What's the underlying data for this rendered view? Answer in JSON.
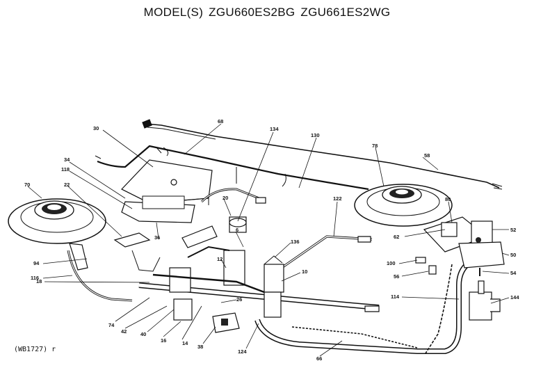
{
  "title": {
    "prefix": "MODEL(S)",
    "model_1": "ZGU660ES2BG",
    "model_2": "ZGU661ES2WG"
  },
  "callouts": [
    {
      "id": "c30",
      "text": "30"
    },
    {
      "id": "c68",
      "text": "68"
    },
    {
      "id": "c134",
      "text": "134"
    },
    {
      "id": "c130",
      "text": "130"
    },
    {
      "id": "c78",
      "text": "78"
    },
    {
      "id": "c58",
      "text": "58"
    },
    {
      "id": "c34",
      "text": "34"
    },
    {
      "id": "c118",
      "text": "118"
    },
    {
      "id": "c70",
      "text": "70"
    },
    {
      "id": "c22",
      "text": "22"
    },
    {
      "id": "c20",
      "text": "20"
    },
    {
      "id": "c122",
      "text": "122"
    },
    {
      "id": "c80",
      "text": "80"
    },
    {
      "id": "c6",
      "text": "6"
    },
    {
      "id": "c36",
      "text": "36"
    },
    {
      "id": "c62",
      "text": "62"
    },
    {
      "id": "c52",
      "text": "52"
    },
    {
      "id": "c136",
      "text": "136"
    },
    {
      "id": "c50",
      "text": "50"
    },
    {
      "id": "c94",
      "text": "94"
    },
    {
      "id": "c12",
      "text": "12"
    },
    {
      "id": "c100",
      "text": "100"
    },
    {
      "id": "c54",
      "text": "54"
    },
    {
      "id": "c116",
      "text": "116"
    },
    {
      "id": "c10",
      "text": "10"
    },
    {
      "id": "c56",
      "text": "56"
    },
    {
      "id": "c18",
      "text": "18"
    },
    {
      "id": "c114",
      "text": "114"
    },
    {
      "id": "c144",
      "text": "144"
    },
    {
      "id": "c26",
      "text": "26"
    },
    {
      "id": "c74",
      "text": "74"
    },
    {
      "id": "c42",
      "text": "42"
    },
    {
      "id": "c40",
      "text": "40"
    },
    {
      "id": "c16",
      "text": "16"
    },
    {
      "id": "c14",
      "text": "14"
    },
    {
      "id": "c38",
      "text": "38"
    },
    {
      "id": "c124",
      "text": "124"
    },
    {
      "id": "c66",
      "text": "66"
    }
  ],
  "footer_code": "(WB1727) r"
}
